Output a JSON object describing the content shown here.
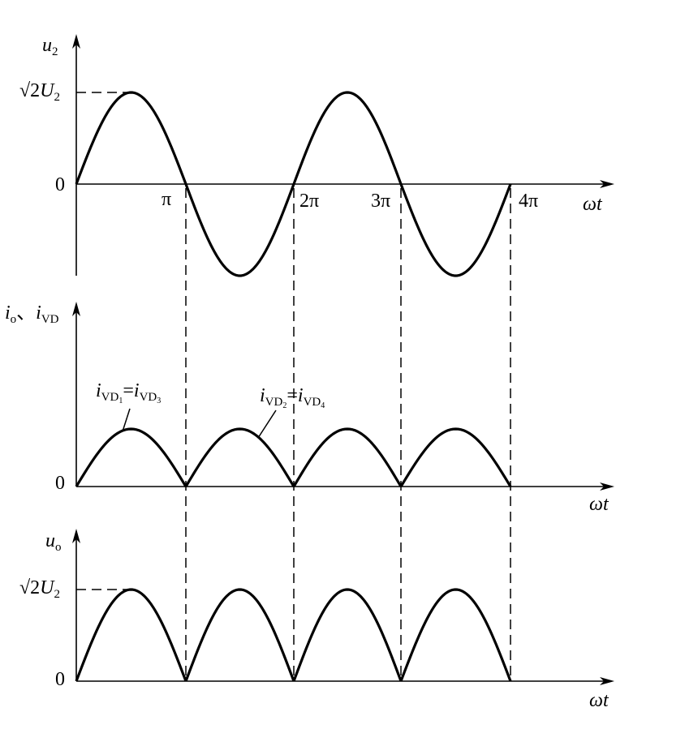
{
  "colors": {
    "ink": "#000000",
    "background": "#ffffff"
  },
  "panels": [
    {
      "id": "source",
      "curve": "sine",
      "y_axis": {
        "sym": "u",
        "sub": "2"
      },
      "x_axis": "ωt",
      "zero_label": "0",
      "peak_label": {
        "prefix": "√2",
        "sym": "U",
        "sub": "2"
      },
      "period_ticks": [
        "π",
        "2π",
        "3π",
        "4π"
      ],
      "half_cycles": 4
    },
    {
      "id": "diode-current",
      "curve": "rectified",
      "y_axis": {
        "sym_a": "i",
        "sub_a": "o",
        "sep": "、",
        "sym_b": "i",
        "sub_b": "VD"
      },
      "x_axis": "ωt",
      "zero_label": "0",
      "annotation_1": {
        "sym": "i",
        "sub": "VD",
        "subsub": "1",
        "eq": "=",
        "sym2": "i",
        "sub2": "VD",
        "subsub2": "3"
      },
      "annotation_2": {
        "sym": "i",
        "sub": "VD",
        "subsub": "2",
        "eq": "=",
        "sym2": "i",
        "sub2": "VD",
        "subsub2": "4"
      },
      "half_cycles": 4
    },
    {
      "id": "output",
      "curve": "rectified",
      "y_axis": {
        "sym": "u",
        "sub": "o"
      },
      "x_axis": "ωt",
      "zero_label": "0",
      "peak_label": {
        "prefix": "√2",
        "sym": "U",
        "sub": "2"
      },
      "half_cycles": 4
    }
  ]
}
